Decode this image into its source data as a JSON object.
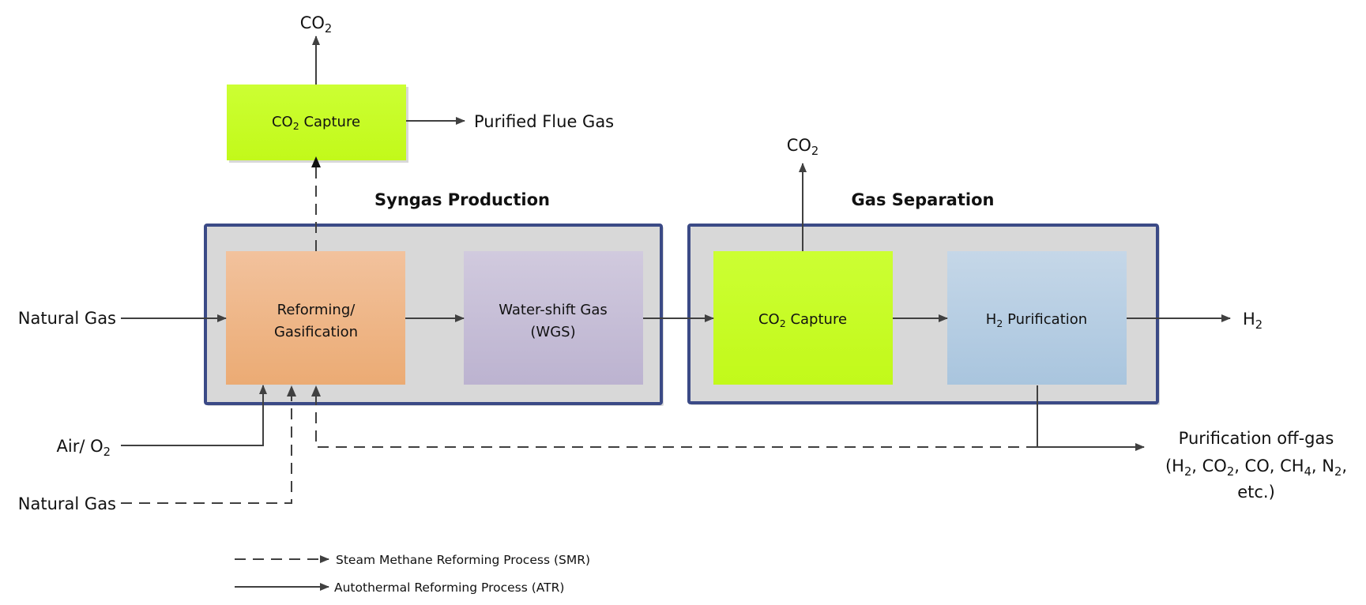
{
  "diagram": {
    "groups": {
      "syngas": {
        "title": "Syngas Production",
        "frame_color": "#3b4a86"
      },
      "separation": {
        "title": "Gas Separation",
        "frame_color": "#3b4a86"
      }
    },
    "boxes": {
      "co2_capture_top": {
        "pre": "CO",
        "sub": "2",
        "post": " Capture",
        "color_top": "#ccff33",
        "color_bottom": "#c2f91a"
      },
      "reforming": {
        "line1": "Reforming/",
        "line2": "Gasification",
        "color_top": "#f2c29d",
        "color_bottom": "#ebab74"
      },
      "wgs": {
        "line1": "Water-shift Gas",
        "line2": "(WGS)",
        "color_top": "#d1cade",
        "color_bottom": "#bcb3d0"
      },
      "co2_capture_mid": {
        "pre": "CO",
        "sub": "2",
        "post": " Capture",
        "color_top": "#ccff33",
        "color_bottom": "#c2f91a"
      },
      "h2_purification": {
        "pre": "H",
        "sub": "2",
        "post": " Purification",
        "color_top": "#c5d7e8",
        "color_bottom": "#a9c5de"
      }
    },
    "labels": {
      "co2_top": {
        "pre": "CO",
        "sub": "2"
      },
      "co2_mid": {
        "pre": "CO",
        "sub": "2"
      },
      "purified_flue_gas": "Purified Flue Gas",
      "natural_gas_main": "Natural Gas",
      "air_o2": {
        "pre": "Air/ O",
        "sub": "2"
      },
      "natural_gas_smr": "Natural Gas",
      "h2_out": {
        "pre": "H",
        "sub": "2"
      },
      "offgas": {
        "line1": "Purification off-gas",
        "line2_parts": [
          "(H",
          "2",
          ", CO",
          "2",
          ", CO, CH",
          "4",
          ", N",
          "2",
          ","
        ],
        "line3": "etc.)"
      }
    },
    "legend": [
      {
        "style": "dashed",
        "label": "Steam Methane Reforming Process (SMR)"
      },
      {
        "style": "solid",
        "label": "Autothermal Reforming Process (ATR)"
      }
    ],
    "line_color": "#404040"
  }
}
